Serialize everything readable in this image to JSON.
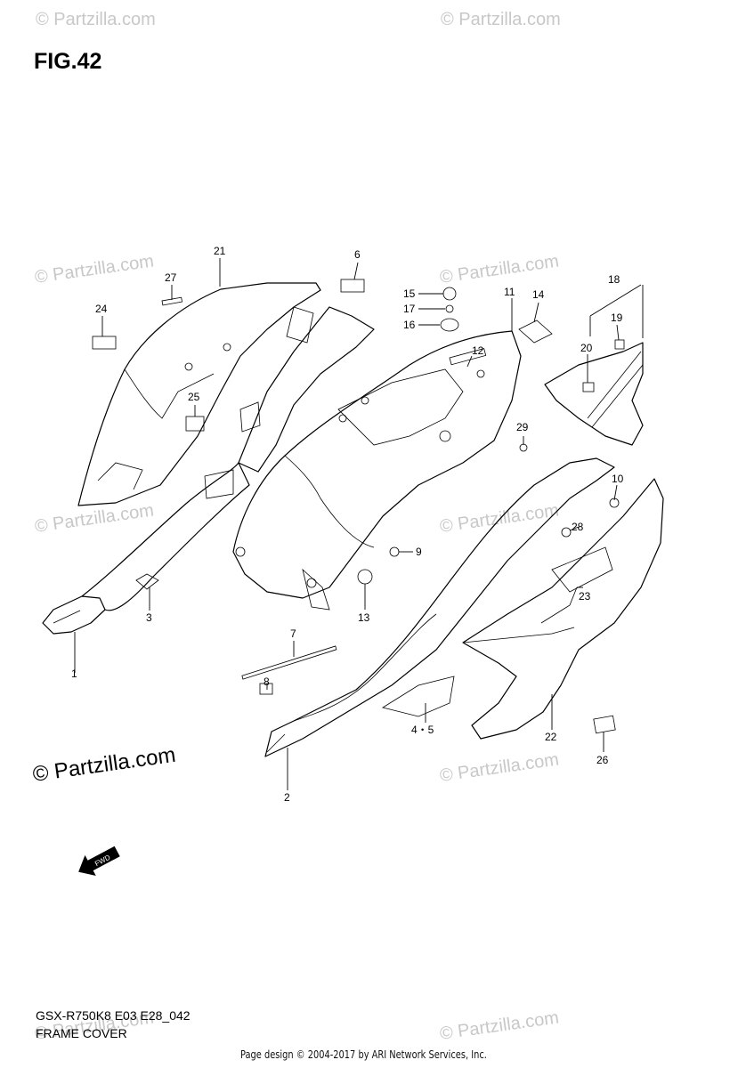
{
  "figure": {
    "title": "FIG.42",
    "model_code": "GSX-R750K8 E03 E28_042",
    "section_name": "FRAME COVER"
  },
  "footer": "Page design © 2004-2017 by ARI Network Services, Inc.",
  "watermark": {
    "faint": "© Partzilla.com",
    "prominent": "© Partzilla.com"
  },
  "forward_arrow_label": "FWD",
  "callouts": [
    {
      "id": "c1",
      "label": "1"
    },
    {
      "id": "c2",
      "label": "2"
    },
    {
      "id": "c3",
      "label": "3"
    },
    {
      "id": "c45",
      "label": "4・5"
    },
    {
      "id": "c6",
      "label": "6"
    },
    {
      "id": "c7",
      "label": "7"
    },
    {
      "id": "c8",
      "label": "8"
    },
    {
      "id": "c9",
      "label": "9"
    },
    {
      "id": "c10",
      "label": "10"
    },
    {
      "id": "c11",
      "label": "11"
    },
    {
      "id": "c12",
      "label": "12"
    },
    {
      "id": "c13",
      "label": "13"
    },
    {
      "id": "c14",
      "label": "14"
    },
    {
      "id": "c15",
      "label": "15"
    },
    {
      "id": "c16",
      "label": "16"
    },
    {
      "id": "c17",
      "label": "17"
    },
    {
      "id": "c18",
      "label": "18"
    },
    {
      "id": "c19",
      "label": "19"
    },
    {
      "id": "c20",
      "label": "20"
    },
    {
      "id": "c21",
      "label": "21"
    },
    {
      "id": "c22",
      "label": "22"
    },
    {
      "id": "c23",
      "label": "23"
    },
    {
      "id": "c24",
      "label": "24"
    },
    {
      "id": "c25",
      "label": "25"
    },
    {
      "id": "c26",
      "label": "26"
    },
    {
      "id": "c27",
      "label": "27"
    },
    {
      "id": "c28",
      "label": "28"
    },
    {
      "id": "c29",
      "label": "29"
    }
  ],
  "colors": {
    "line": "#000000",
    "watermark": "#c8c8c8",
    "background": "#ffffff"
  }
}
